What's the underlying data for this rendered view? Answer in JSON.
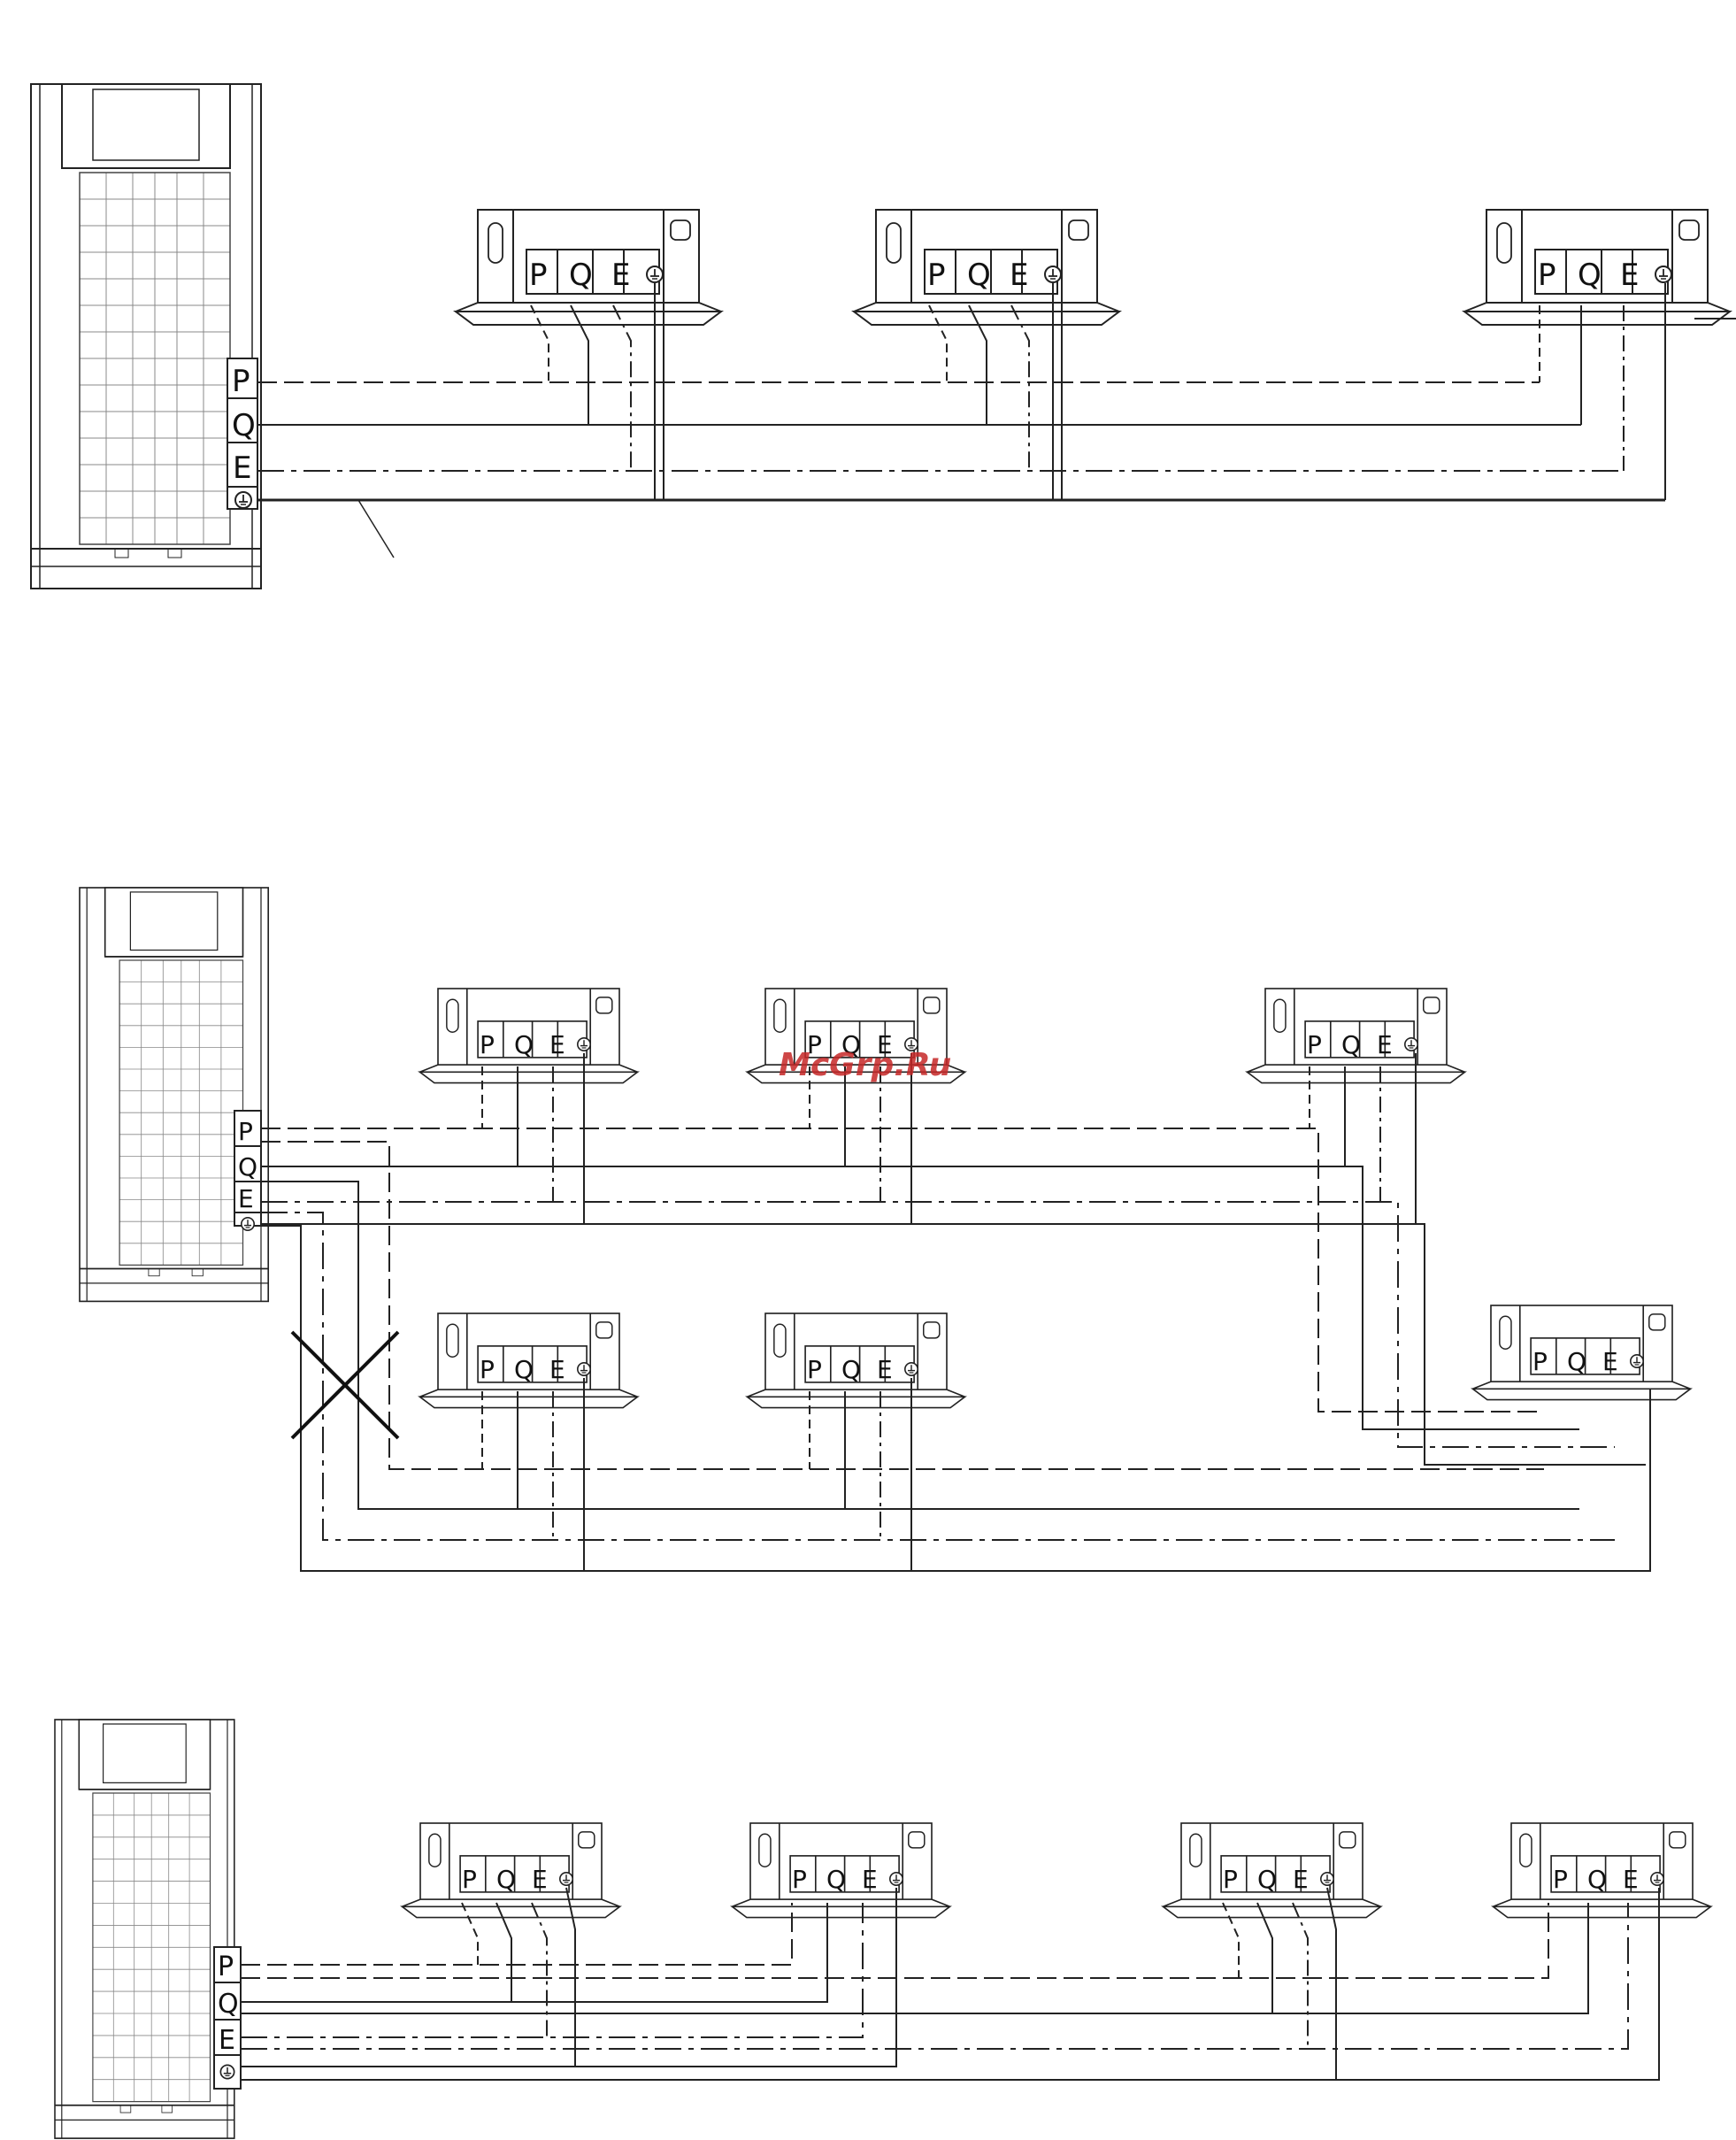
{
  "terminals": {
    "p": "P",
    "q": "Q",
    "e": "E",
    "ground_symbol": "⏚"
  },
  "watermark": "McGrp.Ru",
  "diagrams": [
    {
      "id": "diagram-1",
      "wiring": "daisy-chain",
      "indoor_unit_count": 3,
      "crossed_out": false
    },
    {
      "id": "diagram-2",
      "wiring": "two-branch",
      "indoor_unit_count": 6,
      "crossed_out": true
    },
    {
      "id": "diagram-3",
      "wiring": "daisy-chain",
      "indoor_unit_count": 4,
      "crossed_out": false
    }
  ],
  "icons": [
    "outdoor-unit-icon",
    "indoor-unit-icon",
    "ground-icon",
    "not-allowed-cross-icon"
  ],
  "colors": {
    "line": "#111111",
    "watermark": "#c62828",
    "background": "#ffffff"
  }
}
